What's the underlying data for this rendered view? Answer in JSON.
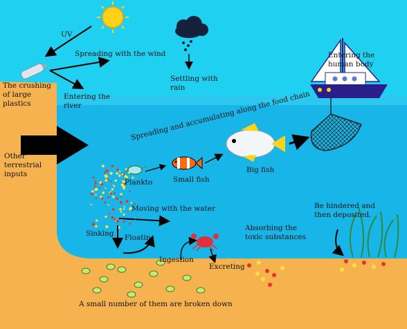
{
  "labels": {
    "uv": "UV",
    "spreading_wind": "Spreading with the wind",
    "settling_rain": "Settling with rain",
    "entering_human": "Entering the human body",
    "crushing_plastics": "The crushing of large plastics",
    "entering_river": "Entering the river",
    "food_chain": "Spreading and accumulating along the food chain",
    "terrestrial_inputs": "Other terrestrial inputs",
    "plankto": "Plankto",
    "small_fish": "Small fish",
    "big_fish": "Big fish",
    "moving_water": "Moving with the water",
    "hindered": "Be hindered and then deposited.",
    "sinking": "Sinking",
    "floating": "Floatin",
    "absorbing": "Absorbing the toxic substances",
    "ingestion": "Ingestion",
    "excreting": "Excreting",
    "broken_down": "A small number of them are broken down"
  },
  "colors": {
    "sky": "#20d0f0",
    "sea": "#18b6e8",
    "land": "#f6b24f",
    "sun": "#ffd21a",
    "cloud": "#13223a",
    "boat_sail": "#ffffff",
    "boat_hull": "#2a1f8a",
    "crab": "#e0303a",
    "particle_red": "#e8332a",
    "particle_yellow": "#ffe23a"
  },
  "icons": [
    "sun-icon",
    "rain-cloud-icon",
    "boat-icon",
    "fishing-net-icon",
    "plastic-bottle-icon",
    "plankton-icon",
    "clownfish-icon",
    "big-fish-icon",
    "crab-icon",
    "seaweed-icon"
  ]
}
